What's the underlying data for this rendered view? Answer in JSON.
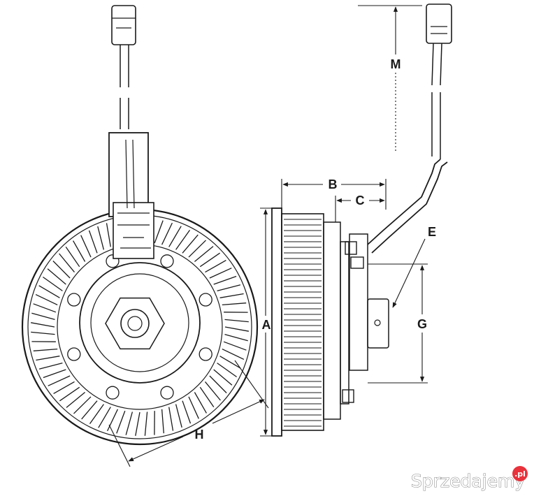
{
  "labels": {
    "a": "A",
    "b": "B",
    "c": "C",
    "e": "E",
    "g": "G",
    "h": "H",
    "m": "M"
  },
  "watermark": {
    "text": "Sprzedajemy",
    "suffix": ".pl",
    "accent_color": "#e8323c"
  },
  "colors": {
    "line": "#1a1a1a",
    "hatch": "#555555",
    "background": "#ffffff"
  }
}
